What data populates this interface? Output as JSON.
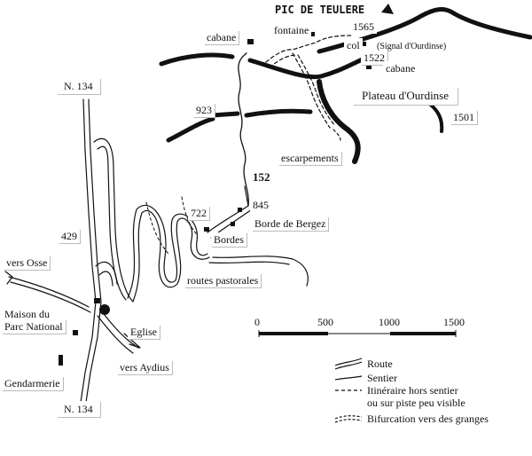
{
  "map": {
    "peak": "PIC DE TEULERE",
    "labels": {
      "cabane_top": "cabane",
      "fontaine": "fontaine",
      "col": "col",
      "signal": "(Signal d'Ourdinse)",
      "alt_1565": "1565",
      "alt_1522": "1522",
      "cabane_right": "cabane",
      "plateau": "Plateau d'Ourdinse",
      "alt_1501": "1501",
      "alt_923": "923",
      "escarpements": "escarpements",
      "route_152": "152",
      "alt_845": "845",
      "alt_722": "722",
      "borde": "Borde de Bergez",
      "bordes": "Bordes",
      "routes_pastorales": "routes pastorales",
      "n134_top": "N. 134",
      "alt_429": "429",
      "vers_osse": "vers Osse",
      "maison": "Maison du",
      "parc": "Parc National",
      "eglise": "Eglise",
      "vers_aydius": "vers Aydius",
      "gendarmerie": "Gendarmerie",
      "n134_bottom": "N. 134"
    },
    "scale": [
      "0",
      "500",
      "1000",
      "1500"
    ],
    "legend": {
      "route": "Route",
      "sentier": "Sentier",
      "itin1": "Itinéraire hors sentier",
      "itin2": "ou sur piste peu visible",
      "bifurcation": "Bifurcation vers des granges"
    }
  }
}
